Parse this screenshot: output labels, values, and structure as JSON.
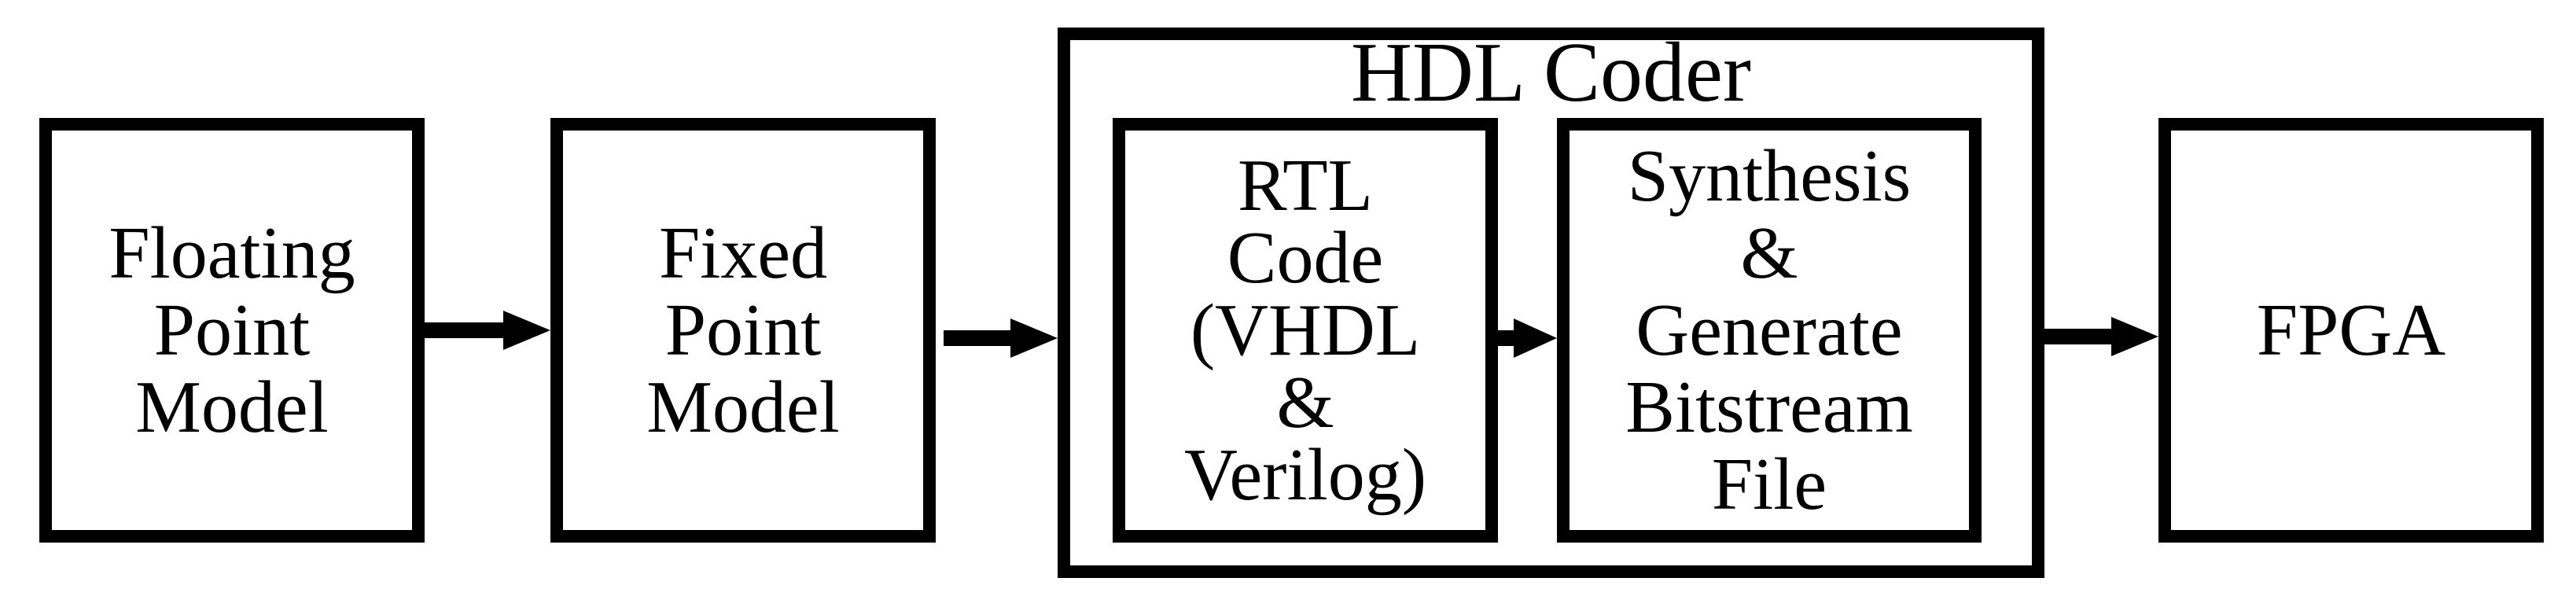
{
  "blocks": {
    "floating_point": [
      "Floating",
      "Point",
      "Model"
    ],
    "fixed_point": [
      "Fixed",
      "Point",
      "Model"
    ],
    "hdl_coder": {
      "title": "HDL Coder",
      "rtl": [
        "RTL",
        "Code",
        "(VHDL",
        "&",
        "Verilog)"
      ],
      "synthesis": [
        "Synthesis",
        "&",
        "Generate",
        "Bitstream",
        "File"
      ]
    },
    "fpga": [
      "FPGA"
    ]
  },
  "colors": {
    "stroke": "#000000",
    "background": "#ffffff"
  }
}
